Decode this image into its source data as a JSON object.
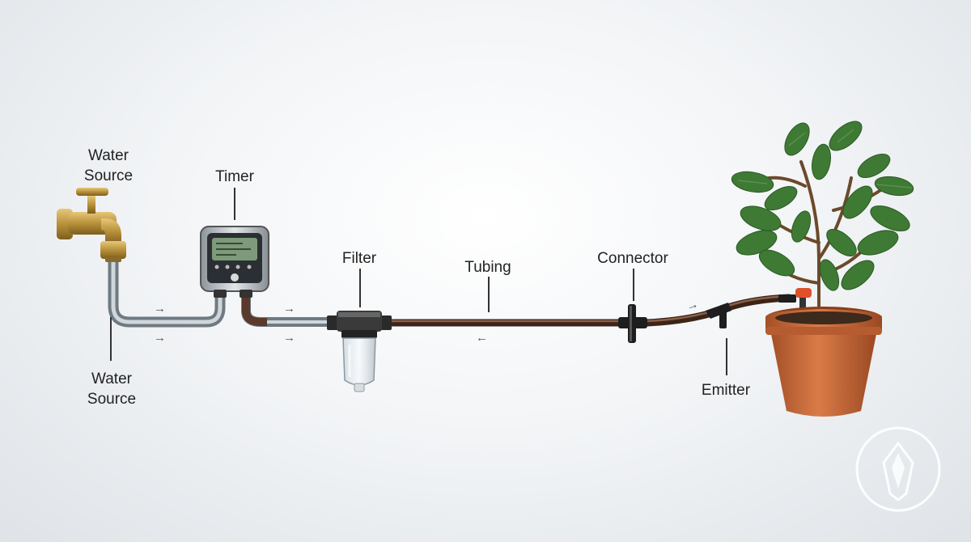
{
  "labels": {
    "water_source_top": "Water\nSource",
    "timer": "Timer",
    "filter": "Filter",
    "tubing": "Tubing",
    "connector": "Connector",
    "water_source_bottom": "Water\nSource",
    "emitter": "Emitter"
  },
  "icons": {
    "faucet": "faucet-icon",
    "timer": "timer-device-icon",
    "filter": "filter-canister-icon",
    "connector": "tee-connector-icon",
    "emitter": "drip-emitter-icon",
    "plant": "potted-plant-icon",
    "badge": "watermark-badge-icon",
    "flow_arrow": "flow-arrow-icon"
  },
  "colors": {
    "brass": "#b8913a",
    "pipe_metal": "#9aa4ab",
    "tubing": "#5a3a2a",
    "pot": "#c66a3c",
    "leaf": "#3f7a34",
    "emitter_cap": "#e0502a",
    "display": "#7d9a7a"
  },
  "flow_arrows": [
    "→",
    "→",
    "→",
    "→",
    "←",
    "→"
  ]
}
